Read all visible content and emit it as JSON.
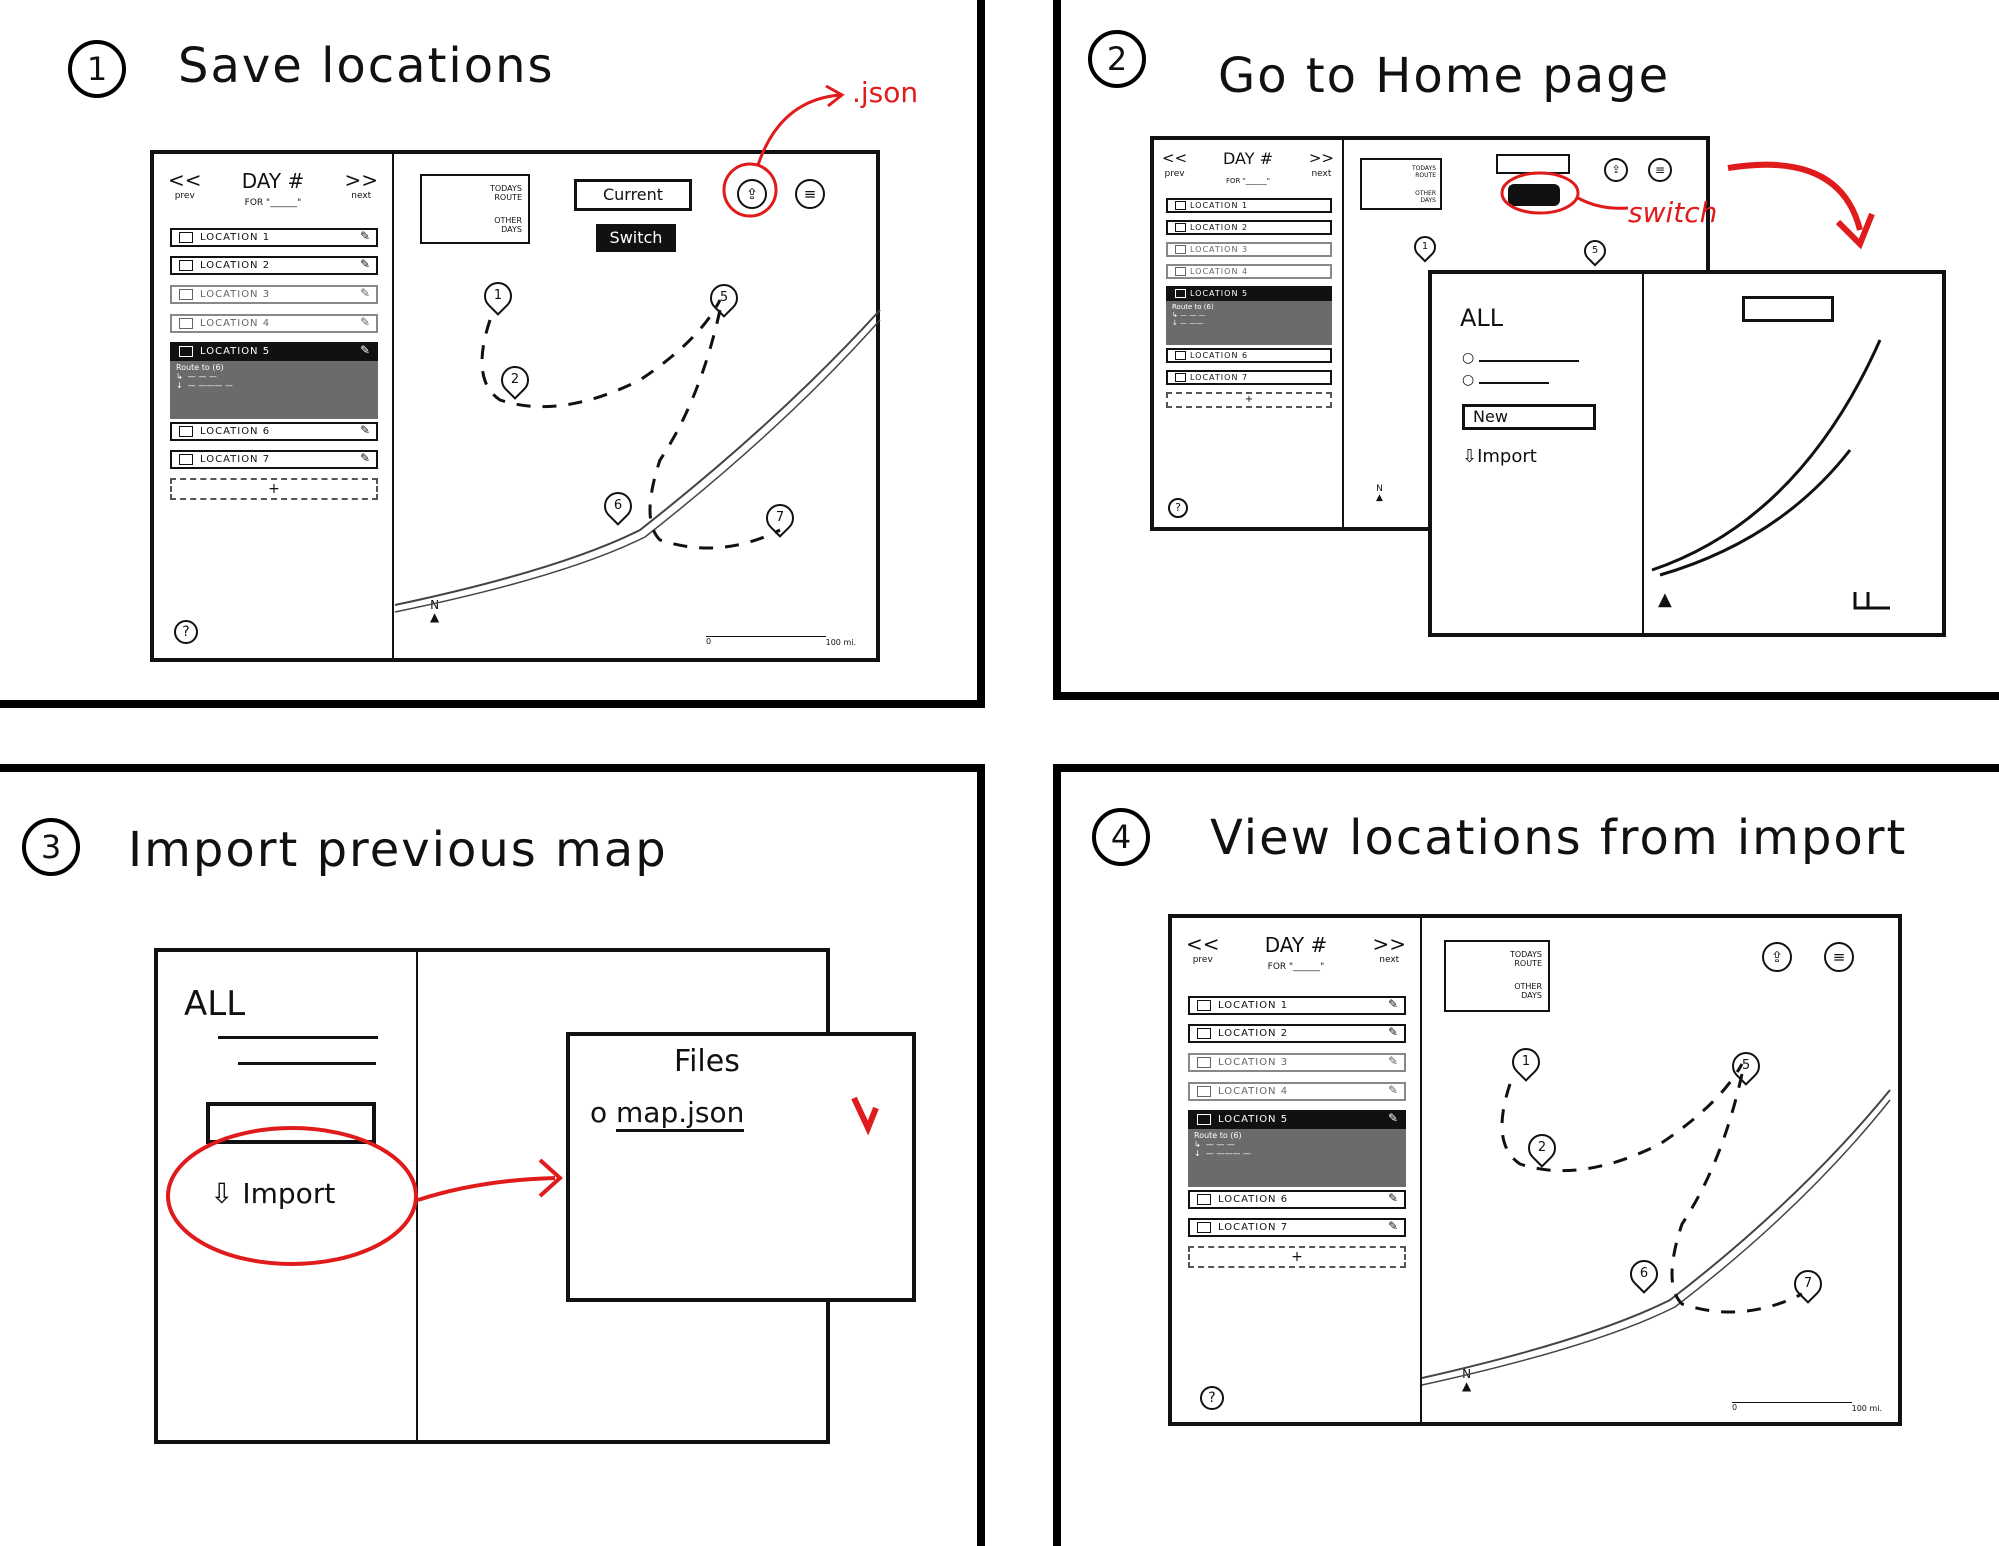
{
  "panels": [
    {
      "num": "1",
      "title": "Save locations"
    },
    {
      "num": "2",
      "title": "Go to Home page"
    },
    {
      "num": "3",
      "title": "Import previous map"
    },
    {
      "num": "4",
      "title": "View locations from import"
    }
  ],
  "wireframe": {
    "prev_arrow": "<<",
    "prev_label": "prev",
    "next_arrow": ">>",
    "next_label": "next",
    "day_title": "DAY #",
    "day_subtitle": "FOR \"______\"",
    "locations": [
      "LOCATION 1",
      "LOCATION 2",
      "LOCATION 3",
      "LOCATION 4",
      "LOCATION 5",
      "LOCATION 6",
      "LOCATION 7"
    ],
    "route_label": "Route to (6)",
    "add_symbol": "+",
    "legend_todays": "TODAYS ROUTE",
    "legend_other": "OTHER DAYS",
    "current_button": "Current",
    "switch_button": "Switch",
    "pins": [
      "1",
      "2",
      "5",
      "6",
      "7"
    ],
    "north": "N",
    "scale_start": "0",
    "scale_end": "100 mi.",
    "help_symbol": "?"
  },
  "annotations": {
    "json_label": ".json",
    "switch_label": "switch"
  },
  "home_page": {
    "all_label": "ALL",
    "new_button": "New",
    "import_button": "Import"
  },
  "import_dialog": {
    "all_label": "ALL",
    "import_button": "Import",
    "files_title": "Files",
    "file_name": "map.json"
  },
  "colors": {
    "ink": "#111111",
    "annotation_red": "#e01b1b",
    "selected_gray": "#6b6b6b"
  }
}
